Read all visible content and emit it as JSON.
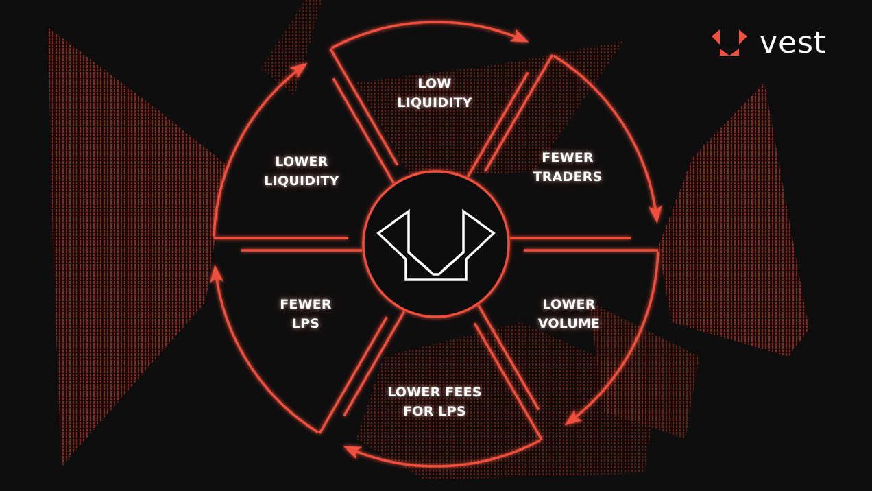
{
  "brand": {
    "name": "vest",
    "logo_icon": "vest-logo-icon"
  },
  "cycle": {
    "center_icon": "vest-logo-icon",
    "segments": [
      {
        "key": "low-liquidity",
        "lines": [
          "LOW",
          "LIQUIDITY"
        ]
      },
      {
        "key": "fewer-traders",
        "lines": [
          "FEWER",
          "TRADERS"
        ]
      },
      {
        "key": "lower-volume",
        "lines": [
          "LOWER",
          "VOLUME"
        ]
      },
      {
        "key": "lower-fees-for-lps",
        "lines": [
          "LOWER FEES",
          "FOR LPS"
        ]
      },
      {
        "key": "fewer-lps",
        "lines": [
          "FEWER",
          "LPS"
        ]
      },
      {
        "key": "lower-liquidity",
        "lines": [
          "LOWER",
          "LIQUIDITY"
        ]
      }
    ],
    "direction": "clockwise"
  },
  "colors": {
    "accent": "#f0503c",
    "accent_dark": "#7a2a20",
    "background": "#0f0e0e",
    "text": "#ffffff"
  }
}
